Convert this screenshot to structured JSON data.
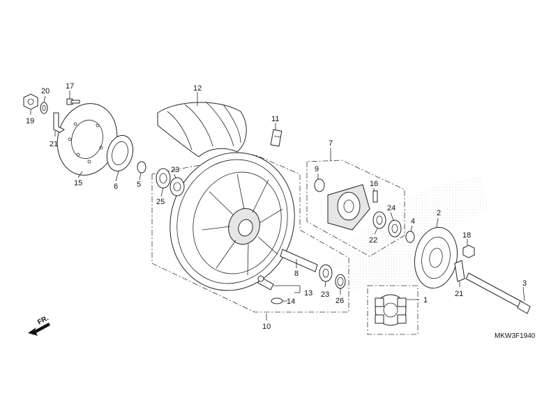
{
  "diagram": {
    "code": "MKW3F1940",
    "front_marker": "FR.",
    "callouts": {
      "c1": "1",
      "c2": "2",
      "c3": "3",
      "c4": "4",
      "c5": "5",
      "c6": "6",
      "c7": "7",
      "c8": "8",
      "c9": "9",
      "c10": "10",
      "c11": "11",
      "c12": "12",
      "c13": "13",
      "c14": "14",
      "c15": "15",
      "c16": "16",
      "c17": "17",
      "c18": "18",
      "c19": "19",
      "c20": "20",
      "c21a": "21",
      "c21b": "21",
      "c22": "22",
      "c23a": "23",
      "c23b": "23",
      "c24": "24",
      "c25": "25",
      "c26": "26"
    }
  }
}
